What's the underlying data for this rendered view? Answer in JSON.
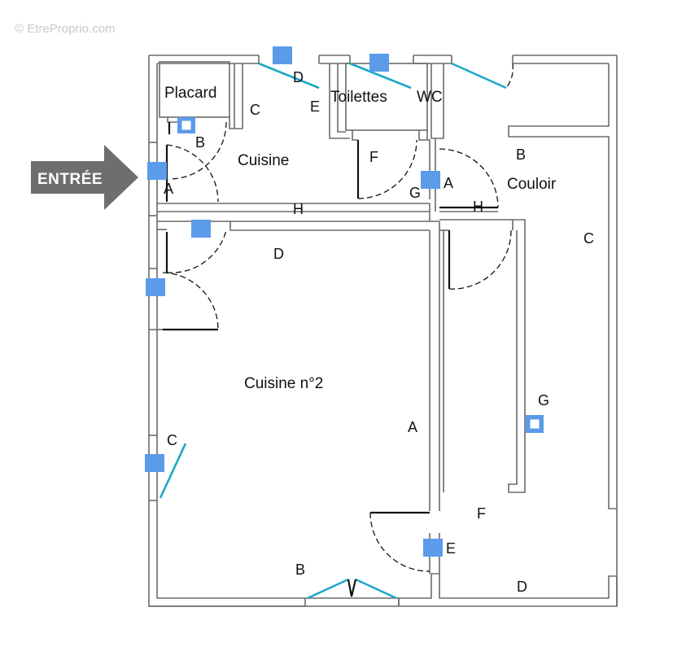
{
  "watermark": "© EtreProprio.com",
  "entrance": {
    "label": "ENTRÉE",
    "color": "#6e6e6e"
  },
  "rooms": {
    "placard": "Placard",
    "cuisine": "Cuisine",
    "toilettes": "Toilettes",
    "wc": "WC",
    "couloir": "Couloir",
    "cuisine2": "Cuisine n°2"
  },
  "markers": {
    "entry_a": "A",
    "entry_b": "B",
    "cuisine_c": "C",
    "cuisine_d": "D",
    "cuisine_e": "E",
    "toilettes_f": "F",
    "toilettes_g": "G",
    "cuisine_h": "H",
    "couloir_a": "A",
    "couloir_b": "B",
    "couloir_c": "C",
    "couloir_h": "H",
    "cuisine2_a": "A",
    "cuisine2_b": "B",
    "cuisine2_c": "C",
    "cuisine2_d": "D",
    "lower_d": "D",
    "lower_e": "E",
    "lower_f": "F",
    "lower_g": "G"
  },
  "colors": {
    "sensor": "#5b9bea",
    "window": "#1aa8c8",
    "wall": "#6b6b6b",
    "door": "#111111"
  }
}
